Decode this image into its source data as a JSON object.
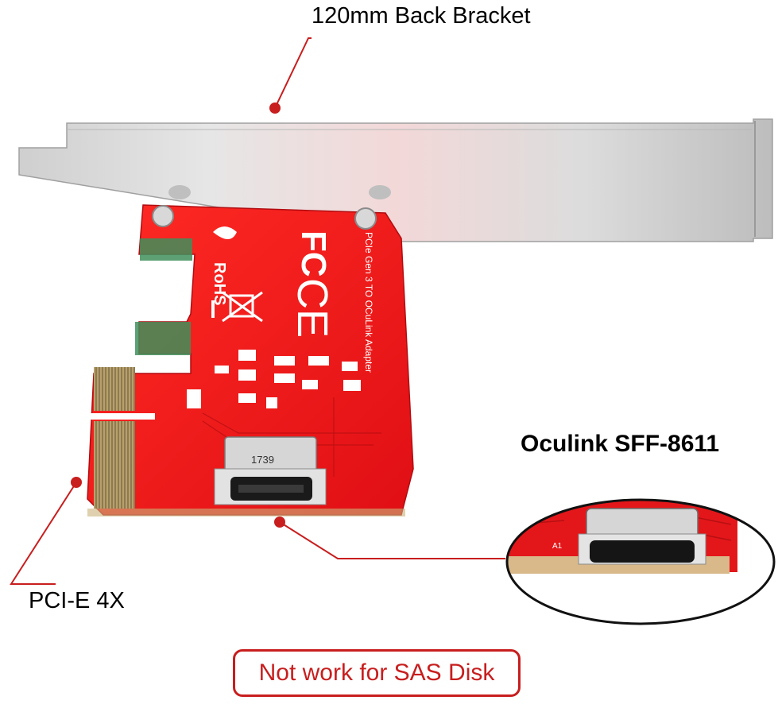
{
  "annotations": {
    "bracket_label": "120mm Back Bracket",
    "pcie_label": "PCI-E 4X",
    "oculink_label": "Oculink SFF-8611",
    "warning_label": "Not work for SAS Disk"
  },
  "board": {
    "silkscreen_title": "PCIe Gen 3 TO OCuLink Adapter",
    "fc_mark": "FC",
    "ce_mark": "CE",
    "rohs_mark": "RoHS",
    "connector_code": "1739",
    "zoom_connector_code": "A1"
  },
  "colors": {
    "pcb_red": "#e8161a",
    "bracket_silver": "#c9c9c9",
    "callout_red": "#c81e1e",
    "gold_finger": "#c9b37a"
  }
}
